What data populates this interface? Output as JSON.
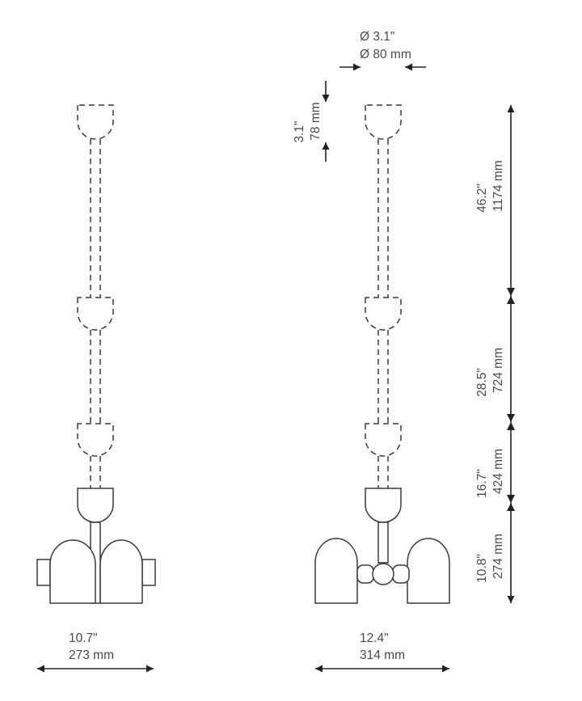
{
  "dimensions": {
    "width_left": {
      "imperial": "10.7\"",
      "metric": "273 mm"
    },
    "width_right": {
      "imperial": "12.4\"",
      "metric": "314 mm"
    },
    "canopy_diameter": {
      "imperial": "Ø 3.1\"",
      "metric": "Ø 80 mm"
    },
    "canopy_height": {
      "imperial": "3.1\"",
      "metric": "78 mm"
    },
    "segment_1": {
      "imperial": "46.2\"",
      "metric": "1174 mm"
    },
    "segment_2": {
      "imperial": "28.5\"",
      "metric": "724 mm"
    },
    "segment_3": {
      "imperial": "16.7\"",
      "metric": "424 mm"
    },
    "segment_4": {
      "imperial": "10.8\"",
      "metric": "274 mm"
    }
  }
}
